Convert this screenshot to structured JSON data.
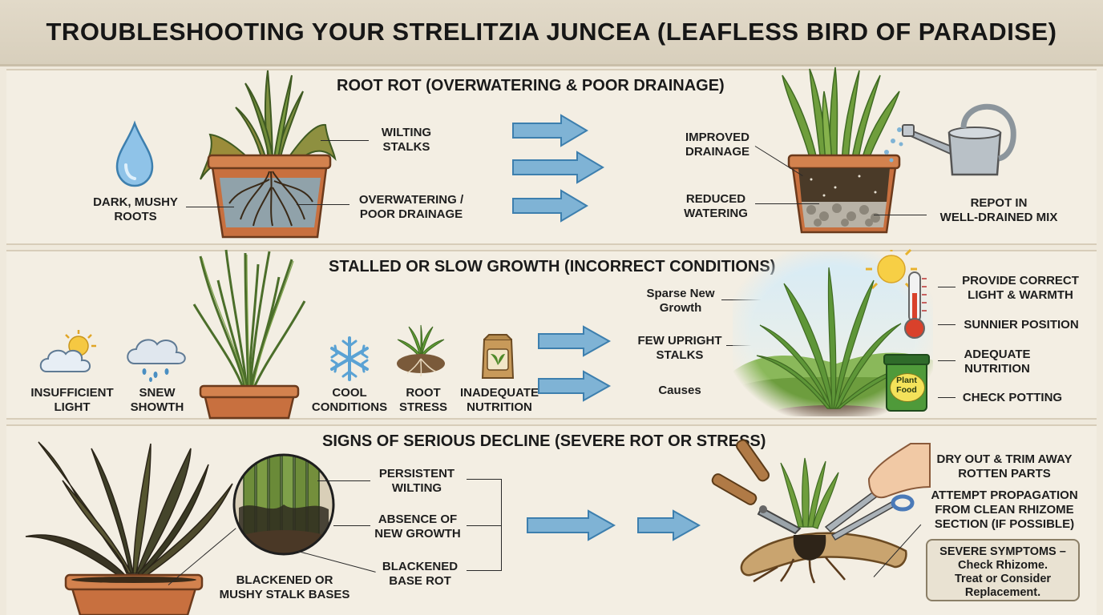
{
  "title": "TROUBLESHOOTING YOUR STRELITZIA JUNCEA (LEAFLESS BIRD OF PARADISE)",
  "colors": {
    "arrow": "#7fb3d5",
    "arrow_stroke": "#3d7fae",
    "pot": "#c8703f",
    "stalk": "#5f8a3a",
    "rot": "#3a3222",
    "panel": "#f3eee3"
  },
  "root_rot": {
    "heading": "ROOT ROT (OVERWATERING & POOR DRAINAGE)",
    "dark_roots": "DARK, MUSHY\nROOTS",
    "wilting": "WILTING\nSTALKS",
    "overwatering": "OVERWATERING /\nPOOR DRAINAGE",
    "improved_drainage": "IMPROVED\nDRAINAGE",
    "reduced_watering": "REDUCED\nWATERING",
    "repot": "REPOT IN\nWELL-DRAINED MIX",
    "icons": [
      "water-drop",
      "watering-can"
    ]
  },
  "slow_growth": {
    "heading": "STALLED OR SLOW GROWTH (INCORRECT CONDITIONS)",
    "insufficient_light": "INSUFFICIENT\nLIGHT",
    "snew": "SNEW\nSHOWTH",
    "cool": "COOL\nCONDITIONS",
    "root_stress": "ROOT\nSTRESS",
    "inadequate_nutrition": "INADEQUATE\nNUTRITION",
    "sparse_new_growth": "Sparse New\nGrowth",
    "few_upright": "FEW UPRIGHT\nSTALKS",
    "causes": "Causes",
    "provide_light": "PROVIDE CORRECT\nLIGHT & WARMTH",
    "sunnier": "SUNNIER POSITION",
    "adequate_nutrition": "ADEQUATE\nNUTRITION",
    "check_potting": "CHECK POTTING",
    "plant_food": "Plant\nFood",
    "icons": [
      "cloud-sun",
      "rain-cloud",
      "snowflake",
      "seedling-roots",
      "fertilizer-bag",
      "sun",
      "thermometer"
    ]
  },
  "decline": {
    "heading": "SIGNS OF SERIOUS DECLINE (SEVERE ROT OR STRESS)",
    "persistent_wilting": "PERSISTENT\nWILTING",
    "absence_growth": "ABSENCE OF\nNEW GROWTH",
    "blackened_base": "BLACKENED\nBASE ROT",
    "blackened_stalk": "BLACKENED OR\nMUSHY STALK BASES",
    "dry_out": "DRY OUT & TRIM AWAY\nROTTEN PARTS",
    "propagation": "ATTEMPT PROPAGATION\nFROM CLEAN RHIZOME\nSECTION (If possible)",
    "severe_line1": "SEVERE SYMPTOMS –",
    "severe_line2": "Check Rhizome.",
    "severe_line3": "Treat or Consider",
    "severe_line4": "Replacement.",
    "icons": [
      "pruning-shears",
      "scissors",
      "hand"
    ]
  }
}
